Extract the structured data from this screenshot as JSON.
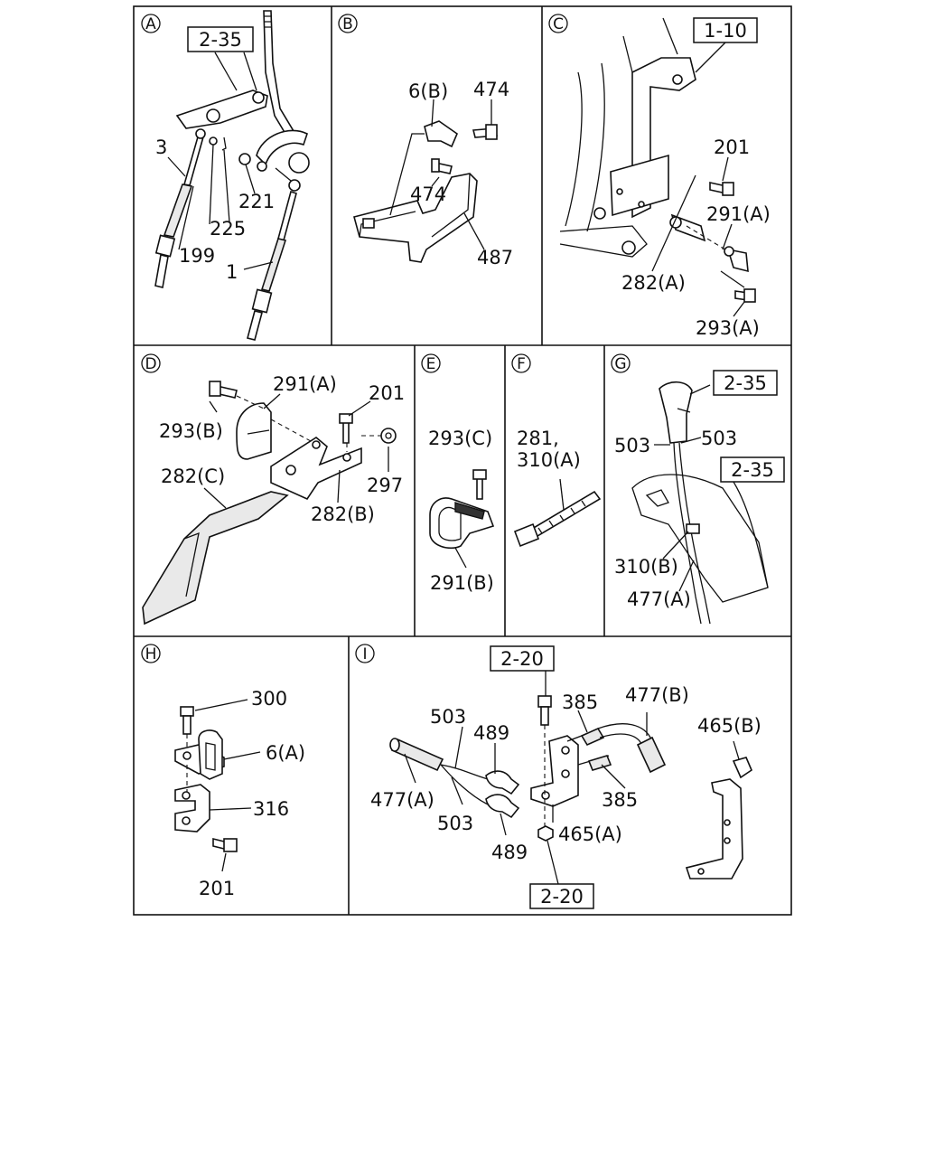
{
  "panels": {
    "A": {
      "letter": "A",
      "labels": {
        "ref": "2-35",
        "p3": "3",
        "p221": "221",
        "p225": "225",
        "p199": "199",
        "p1": "1"
      }
    },
    "B": {
      "letter": "B",
      "labels": {
        "p6b": "6(B)",
        "p474a": "474",
        "p474b": "474",
        "p487": "487"
      }
    },
    "C": {
      "letter": "C",
      "labels": {
        "ref": "1-10",
        "p201": "201",
        "p291a": "291(A)",
        "p282a": "282(A)",
        "p293a": "293(A)"
      }
    },
    "D": {
      "letter": "D",
      "labels": {
        "p291a": "291(A)",
        "p201": "201",
        "p293b": "293(B)",
        "p297": "297",
        "p282c": "282(C)",
        "p282b": "282(B)"
      }
    },
    "E": {
      "letter": "E",
      "labels": {
        "p293c": "293(C)",
        "p291b": "291(B)"
      }
    },
    "F": {
      "letter": "F",
      "labels": {
        "p281": "281,",
        "p310a": "310(A)"
      }
    },
    "G": {
      "letter": "G",
      "labels": {
        "ref1": "2-35",
        "p503a": "503",
        "p503b": "503",
        "ref2": "2-35",
        "p310b": "310(B)",
        "p477a": "477(A)"
      }
    },
    "H": {
      "letter": "H",
      "labels": {
        "p300": "300",
        "p6a": "6(A)",
        "p316": "316",
        "p201": "201"
      }
    },
    "I": {
      "letter": "I",
      "labels": {
        "ref1": "2-20",
        "p385a": "385",
        "p477b": "477(B)",
        "p465b": "465(B)",
        "p503a": "503",
        "p489a": "489",
        "p477a": "477(A)",
        "p385b": "385",
        "p503b": "503",
        "p465a": "465(A)",
        "p489b": "489",
        "ref2": "2-20"
      }
    }
  }
}
